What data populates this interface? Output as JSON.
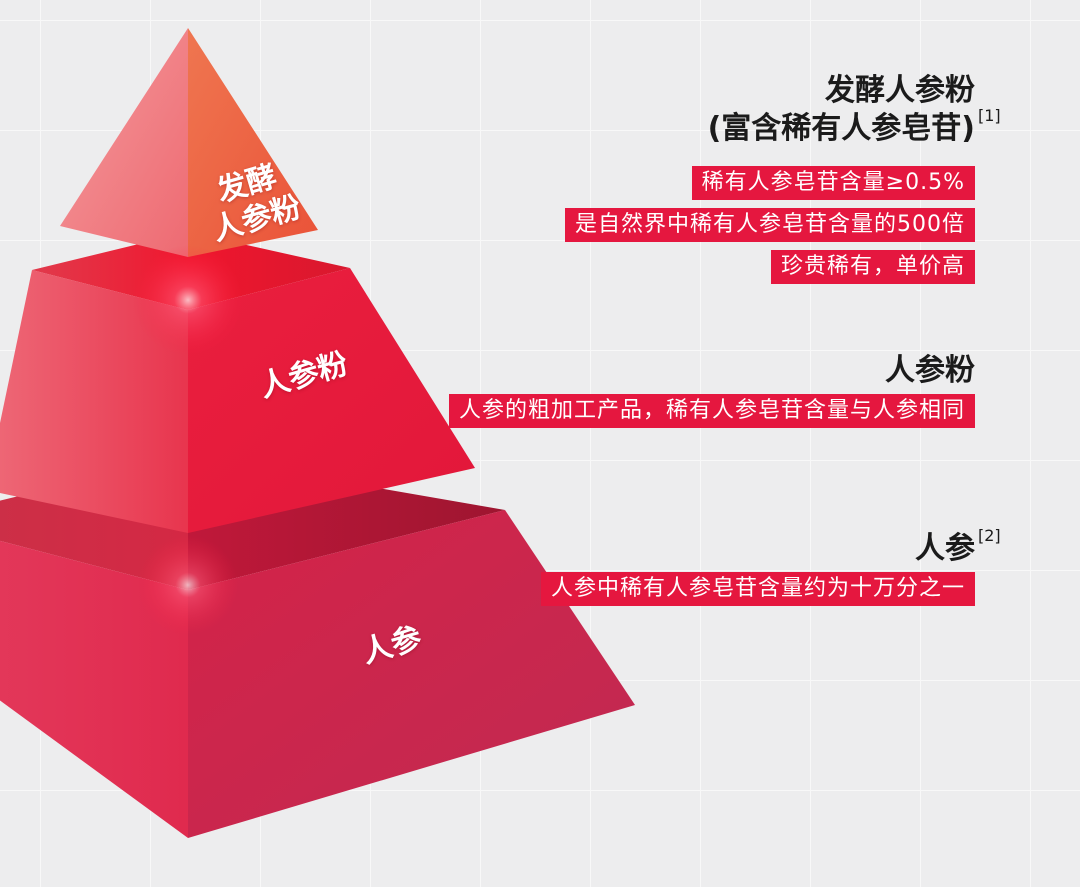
{
  "colors": {
    "background": "#ededee",
    "note_background": "#e5173f",
    "note_text": "#ffffff",
    "title_text": "#1b1b1b",
    "tier_top": "#ef6a55",
    "tier_middle": "#e81c3c",
    "tier_bottom": "#cf2a4e"
  },
  "pyramid": {
    "tiers": [
      {
        "label_lines": [
          "发酵",
          "人参粉"
        ]
      },
      {
        "label": "人参粉"
      },
      {
        "label": "人参"
      }
    ]
  },
  "sections": [
    {
      "title": "发酵人参粉",
      "subtitle": "(富含稀有人参皂苷)",
      "ref": "[1]",
      "notes": [
        "稀有人参皂苷含量≥0.5%",
        "是自然界中稀有人参皂苷含量的500倍",
        "珍贵稀有，单价高"
      ]
    },
    {
      "title": "人参粉",
      "notes": [
        "人参的粗加工产品，稀有人参皂苷含量与人参相同"
      ]
    },
    {
      "title": "人参",
      "ref": "[2]",
      "notes": [
        "人参中稀有人参皂苷含量约为十万分之一"
      ]
    }
  ]
}
